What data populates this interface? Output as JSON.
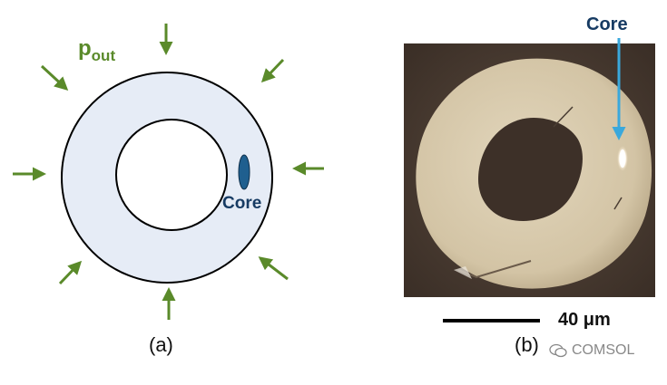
{
  "panel_a": {
    "pressure_label_main": "p",
    "pressure_label_sub": "out",
    "core_label": "Core",
    "caption": "(a)"
  },
  "panel_b": {
    "core_label": "Core",
    "scale_label": "40 μm",
    "caption": "(b)",
    "watermark": "COMSOL"
  },
  "colors": {
    "arrow_green": "#5a8a2a",
    "fiber_fill": "#e6ecf6",
    "core_fill": "#1f5f8f",
    "core_pointer": "#3aa8dc",
    "micrograph_bg": "#4a3a30",
    "fiber_tan": "#d9ccb0"
  }
}
